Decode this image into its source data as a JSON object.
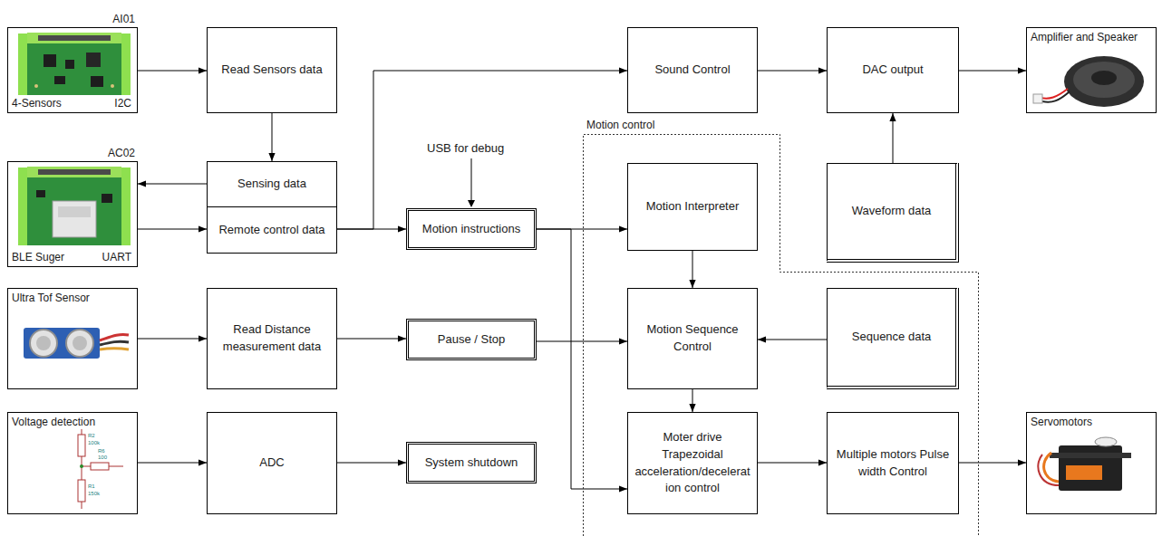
{
  "diagram": {
    "nodes": [
      {
        "text": [
          "AI01",
          "4-Sensors",
          "I2C"
        ]
      },
      {
        "text": [
          "Read Sensors data"
        ]
      },
      {
        "text": [
          "Sound Control"
        ]
      },
      {
        "text": [
          "DAC output"
        ]
      },
      {
        "text": [
          "Amplifier and Speaker"
        ]
      },
      {
        "text": [
          "AC02",
          "BLE Suger",
          "UART"
        ]
      },
      {
        "text": [
          "Sensing data"
        ]
      },
      {
        "text": [
          "Remote control data"
        ]
      },
      {
        "text": [
          "Motion instructions"
        ]
      },
      {
        "text": [
          "Motion control"
        ]
      },
      {
        "text": [
          "Motion Interpreter"
        ],
        "in": 9
      },
      {
        "text": [
          "Waveform data"
        ]
      },
      {
        "text": [
          "Ultra Tof Sensor"
        ]
      },
      {
        "text": [
          "Read Distance measurement data"
        ]
      },
      {
        "text": [
          "Pause / Stop"
        ]
      },
      {
        "text": [
          "Motion Sequence Control"
        ],
        "in": 9
      },
      {
        "text": [
          "Sequence data"
        ],
        "in": 9
      },
      {
        "text": [
          "Voltage detection"
        ]
      },
      {
        "text": [
          "ADC"
        ]
      },
      {
        "text": [
          "System shutdown"
        ]
      },
      {
        "text": [
          "Moter drive Trapezoidal acceleration/deceleration control"
        ],
        "in": 9
      },
      {
        "text": [
          "Multiple motors Pulse width Control"
        ],
        "in": 9
      },
      {
        "text": [
          "Servomotors"
        ]
      }
    ],
    "edges": [
      {
        "from": 0,
        "to": 1,
        "arrow": "to"
      },
      {
        "from": 1,
        "to": 6,
        "arrow": "to"
      },
      {
        "from": 6,
        "to": 5,
        "arrow": "to"
      },
      {
        "from": 5,
        "to": 7,
        "arrow": "to"
      },
      {
        "from": 7,
        "to": 2,
        "arrow": "to"
      },
      {
        "from": 7,
        "to": 8,
        "arrow": "to"
      },
      {
        "from": 2,
        "to": 3,
        "arrow": "to"
      },
      {
        "from": 3,
        "to": 4,
        "arrow": "to"
      },
      {
        "from": 11,
        "to": 3,
        "arrow": "to"
      },
      {
        "from": 8,
        "to": 10,
        "arrow": "to"
      },
      {
        "from": 8,
        "to": 20,
        "arrow": "to"
      },
      {
        "from": 14,
        "to": 15,
        "arrow": "to"
      },
      {
        "from": 10,
        "to": 15,
        "arrow": "to"
      },
      {
        "from": 16,
        "to": 15,
        "arrow": "to"
      },
      {
        "from": 15,
        "to": 20,
        "arrow": "to"
      },
      {
        "from": 20,
        "to": 21,
        "arrow": "to"
      },
      {
        "from": 21,
        "to": 22,
        "arrow": "to"
      },
      {
        "from": 12,
        "to": 13,
        "arrow": "to"
      },
      {
        "from": 13,
        "to": 14,
        "arrow": "to"
      },
      {
        "from": 17,
        "to": 18,
        "arrow": "to"
      },
      {
        "from": 18,
        "to": 19,
        "arrow": "to"
      }
    ],
    "labels": [
      "USB for debug",
      "R2",
      "100k",
      "R6",
      "100",
      "R1",
      "150k"
    ]
  }
}
